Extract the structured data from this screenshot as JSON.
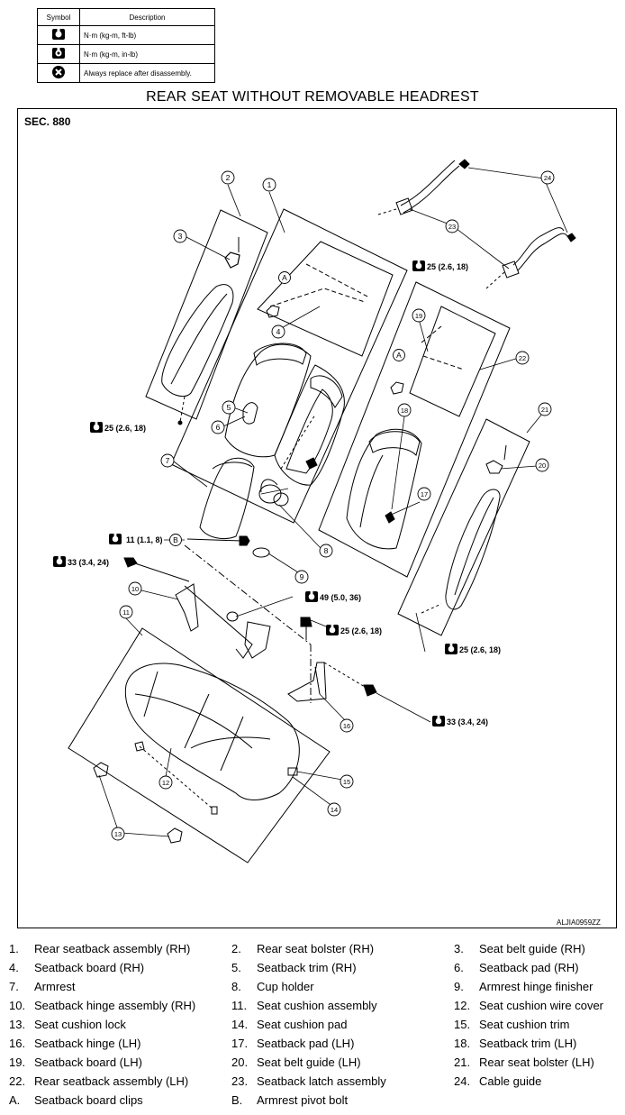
{
  "legend": {
    "header_symbol": "Symbol",
    "header_description": "Description",
    "rows": [
      {
        "icon": "torque-ft-lb-icon",
        "text": "N·m (kg-m, ft-lb)"
      },
      {
        "icon": "torque-in-lb-icon",
        "text": "N·m (kg-m, in-lb)"
      },
      {
        "icon": "always-replace-icon",
        "text": "Always replace after disassembly."
      }
    ]
  },
  "title": "REAR SEAT WITHOUT REMOVABLE HEADREST",
  "section": "SEC. 880",
  "figure_id": "ALJIA0959ZZ",
  "callouts": {
    "n1": "1",
    "n2": "2",
    "n3": "3",
    "n4": "4",
    "n5": "5",
    "n6": "6",
    "n7": "7",
    "n8": "8",
    "n9": "9",
    "n10": "10",
    "n11": "11",
    "n12": "12",
    "n13": "13",
    "n14": "14",
    "n15": "15",
    "n16": "16",
    "n17": "17",
    "n18": "18",
    "n19": "19",
    "n20": "20",
    "n21": "21",
    "n22": "22",
    "n23": "23",
    "n24": "24",
    "a1": "A",
    "a2": "A",
    "b1": "B"
  },
  "torques": {
    "t1": "25 (2.6, 18)",
    "t2": "25 (2.6, 18)",
    "t3": "11 (1.1, 8)",
    "t4": "33 (3.4, 24)",
    "t5": "49 (5.0, 36)",
    "t6": "25 (2.6, 18)",
    "t7": "25 (2.6, 18)",
    "t8": "33 (3.4, 24)"
  },
  "parts": [
    {
      "num": "1.",
      "name": "Rear seatback assembly (RH)"
    },
    {
      "num": "2.",
      "name": "Rear seat bolster (RH)"
    },
    {
      "num": "3.",
      "name": "Seat belt guide (RH)"
    },
    {
      "num": "4.",
      "name": "Seatback board (RH)"
    },
    {
      "num": "5.",
      "name": "Seatback trim (RH)"
    },
    {
      "num": "6.",
      "name": "Seatback pad (RH)"
    },
    {
      "num": "7.",
      "name": "Armrest"
    },
    {
      "num": "8.",
      "name": "Cup holder"
    },
    {
      "num": "9.",
      "name": "Armrest hinge finisher"
    },
    {
      "num": "10.",
      "name": "Seatback hinge assembly (RH)"
    },
    {
      "num": "11.",
      "name": "Seat cushion assembly"
    },
    {
      "num": "12.",
      "name": "Seat cushion wire cover"
    },
    {
      "num": "13.",
      "name": "Seat cushion lock"
    },
    {
      "num": "14.",
      "name": "Seat cushion pad"
    },
    {
      "num": "15.",
      "name": "Seat cushion trim"
    },
    {
      "num": "16.",
      "name": "Seatback hinge (LH)"
    },
    {
      "num": "17.",
      "name": "Seatback pad (LH)"
    },
    {
      "num": "18.",
      "name": "Seatback trim (LH)"
    },
    {
      "num": "19.",
      "name": "Seatback board (LH)"
    },
    {
      "num": "20.",
      "name": "Seat belt guide (LH)"
    },
    {
      "num": "21.",
      "name": "Rear seat bolster (LH)"
    },
    {
      "num": "22.",
      "name": "Rear seatback assembly (LH)"
    },
    {
      "num": "23.",
      "name": "Seatback latch assembly"
    },
    {
      "num": "24.",
      "name": "Cable guide"
    },
    {
      "num": "A.",
      "name": "Seatback board clips"
    },
    {
      "num": "B.",
      "name": "Armrest pivot bolt"
    }
  ]
}
